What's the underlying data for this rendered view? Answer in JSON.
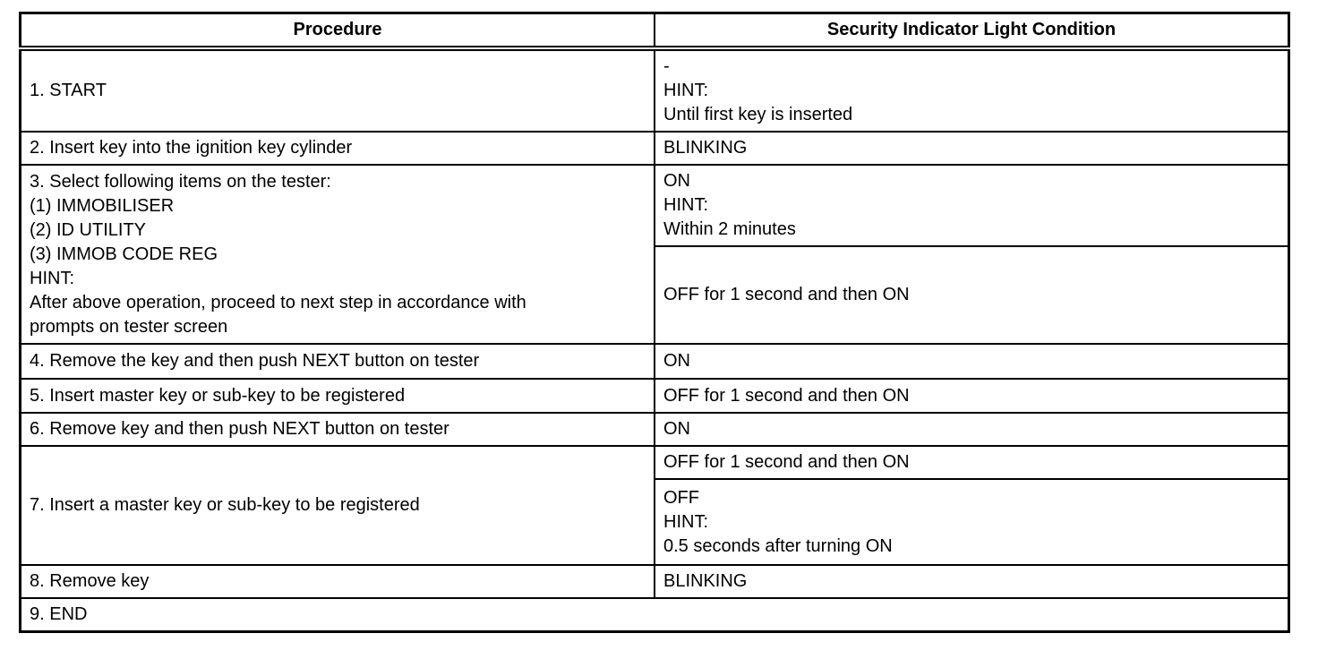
{
  "table": {
    "headers": {
      "procedure": "Procedure",
      "condition": "Security Indicator Light Condition"
    },
    "rows": {
      "r1": {
        "procedure": "1. START",
        "condition": "-\nHINT:\nUntil first key is inserted"
      },
      "r2": {
        "procedure": "2. Insert key into the ignition key cylinder",
        "condition": "BLINKING"
      },
      "r3": {
        "procedure": "3. Select following items on the tester:\n(1) IMMOBILISER\n(2) ID UTILITY\n(3) IMMOB CODE REG\nHINT:\nAfter above operation, proceed to next step in accordance with\nprompts on tester screen",
        "condition_a": "ON\nHINT:\nWithin 2 minutes",
        "condition_b": "OFF for 1 second and then ON"
      },
      "r4": {
        "procedure": "4. Remove the key and then push NEXT button on tester",
        "condition": "ON"
      },
      "r5": {
        "procedure": "5. Insert master key or sub-key to be registered",
        "condition": "OFF for 1 second and then ON"
      },
      "r6": {
        "procedure": "6. Remove key and then push NEXT button on tester",
        "condition": "ON"
      },
      "r7": {
        "procedure": "7. Insert a master key or sub-key to be registered",
        "condition_a": "OFF for 1 second and then ON",
        "condition_b": "OFF\nHINT:\n0.5 seconds after turning ON"
      },
      "r8": {
        "procedure": "8. Remove key",
        "condition": "BLINKING"
      },
      "r9": {
        "procedure": "9. END"
      }
    }
  }
}
